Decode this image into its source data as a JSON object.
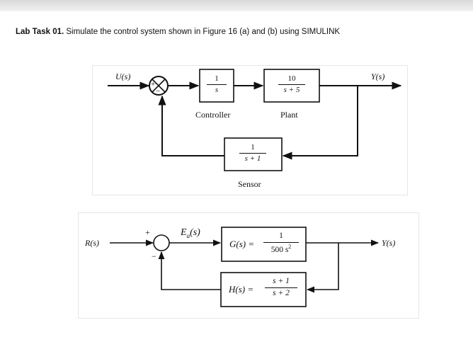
{
  "task": {
    "prefix": "Lab Task 01.",
    "text": "Simulate the control system shown in Figure 16 (a) and (b) using SIMULINK"
  },
  "fig_a": {
    "input": "U(s)",
    "output": "Y(s)",
    "sum_signs": {
      "plus": "+",
      "minus": "−"
    },
    "controller": {
      "num": "1",
      "den": "s",
      "label": "Controller"
    },
    "plant": {
      "num": "10",
      "den": "s + 5",
      "label": "Plant"
    },
    "sensor": {
      "num": "1",
      "den": "s + 1",
      "label": "Sensor"
    }
  },
  "fig_b": {
    "input": "R(s)",
    "output": "Y(s)",
    "error": "E",
    "error_sub": "a",
    "error_arg": "(s)",
    "sum_signs": {
      "plus": "+",
      "minus": "−"
    },
    "forward": {
      "name": "G(s) =",
      "num": "1",
      "den": "500 s",
      "den_exp": "2"
    },
    "feedback": {
      "name": "H(s) =",
      "num": "s + 1",
      "den": "s + 2"
    }
  }
}
